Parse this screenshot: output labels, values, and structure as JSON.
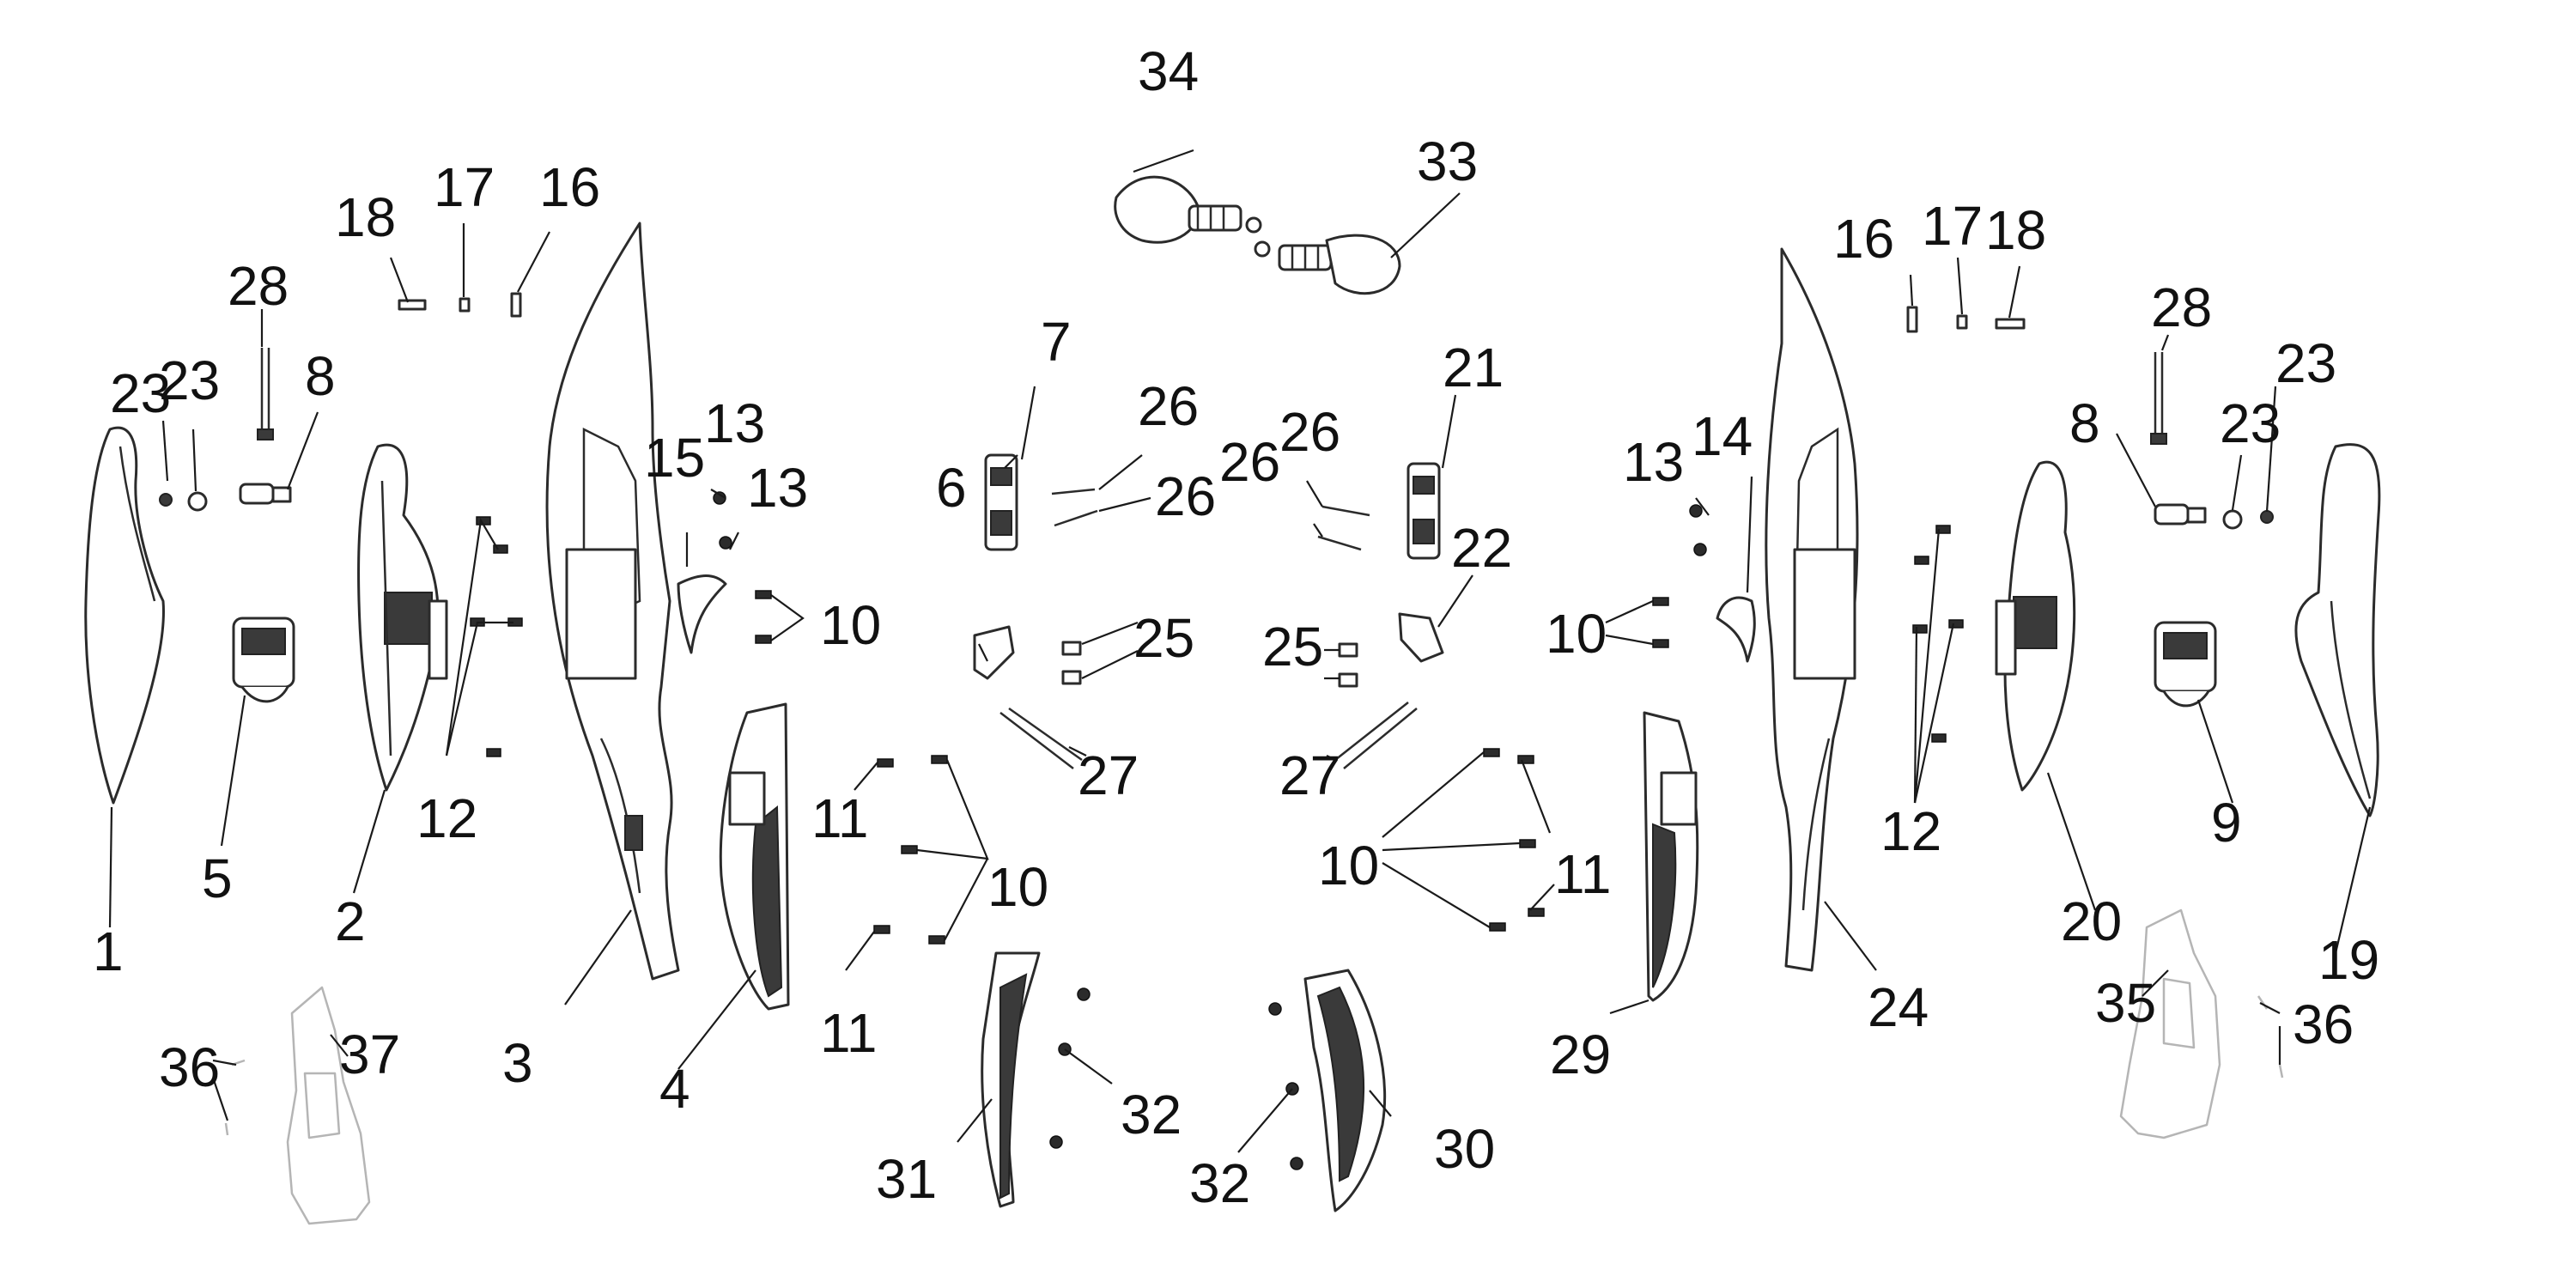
{
  "diagram": {
    "callouts": [
      {
        "id": "c1",
        "text": "1"
      },
      {
        "id": "c2",
        "text": "2"
      },
      {
        "id": "c3",
        "text": "3"
      },
      {
        "id": "c4",
        "text": "4"
      },
      {
        "id": "c5",
        "text": "5"
      },
      {
        "id": "c6",
        "text": "6"
      },
      {
        "id": "c7",
        "text": "7"
      },
      {
        "id": "c8a",
        "text": "8"
      },
      {
        "id": "c8b",
        "text": "8"
      },
      {
        "id": "c9",
        "text": "9"
      },
      {
        "id": "c10a",
        "text": "10"
      },
      {
        "id": "c10b",
        "text": "10"
      },
      {
        "id": "c10c",
        "text": "10"
      },
      {
        "id": "c10d",
        "text": "10"
      },
      {
        "id": "c11a",
        "text": "11"
      },
      {
        "id": "c11b",
        "text": "11"
      },
      {
        "id": "c11c",
        "text": "11"
      },
      {
        "id": "c12a",
        "text": "12"
      },
      {
        "id": "c12b",
        "text": "12"
      },
      {
        "id": "c13a",
        "text": "13"
      },
      {
        "id": "c13b",
        "text": "13"
      },
      {
        "id": "c13c",
        "text": "13"
      },
      {
        "id": "c14",
        "text": "14"
      },
      {
        "id": "c15",
        "text": "15"
      },
      {
        "id": "c16a",
        "text": "16"
      },
      {
        "id": "c16b",
        "text": "16"
      },
      {
        "id": "c17a",
        "text": "17"
      },
      {
        "id": "c17b",
        "text": "17"
      },
      {
        "id": "c18a",
        "text": "18"
      },
      {
        "id": "c18b",
        "text": "18"
      },
      {
        "id": "c19",
        "text": "19"
      },
      {
        "id": "c20",
        "text": "20"
      },
      {
        "id": "c21",
        "text": "21"
      },
      {
        "id": "c22",
        "text": "22"
      },
      {
        "id": "c23a",
        "text": "23"
      },
      {
        "id": "c23b",
        "text": "23"
      },
      {
        "id": "c23c",
        "text": "23"
      },
      {
        "id": "c23d",
        "text": "23"
      },
      {
        "id": "c24",
        "text": "24"
      },
      {
        "id": "c25a",
        "text": "25"
      },
      {
        "id": "c25b",
        "text": "25"
      },
      {
        "id": "c26a",
        "text": "26"
      },
      {
        "id": "c26b",
        "text": "26"
      },
      {
        "id": "c26c",
        "text": "26"
      },
      {
        "id": "c26d",
        "text": "26"
      },
      {
        "id": "c27a",
        "text": "27"
      },
      {
        "id": "c27b",
        "text": "27"
      },
      {
        "id": "c28a",
        "text": "28"
      },
      {
        "id": "c28b",
        "text": "28"
      },
      {
        "id": "c29",
        "text": "29"
      },
      {
        "id": "c30",
        "text": "30"
      },
      {
        "id": "c31",
        "text": "31"
      },
      {
        "id": "c32a",
        "text": "32"
      },
      {
        "id": "c32b",
        "text": "32"
      },
      {
        "id": "c33",
        "text": "33"
      },
      {
        "id": "c34",
        "text": "34"
      },
      {
        "id": "c35",
        "text": "35"
      },
      {
        "id": "c36a",
        "text": "36"
      },
      {
        "id": "c36b",
        "text": "36"
      },
      {
        "id": "c37",
        "text": "37"
      }
    ]
  }
}
